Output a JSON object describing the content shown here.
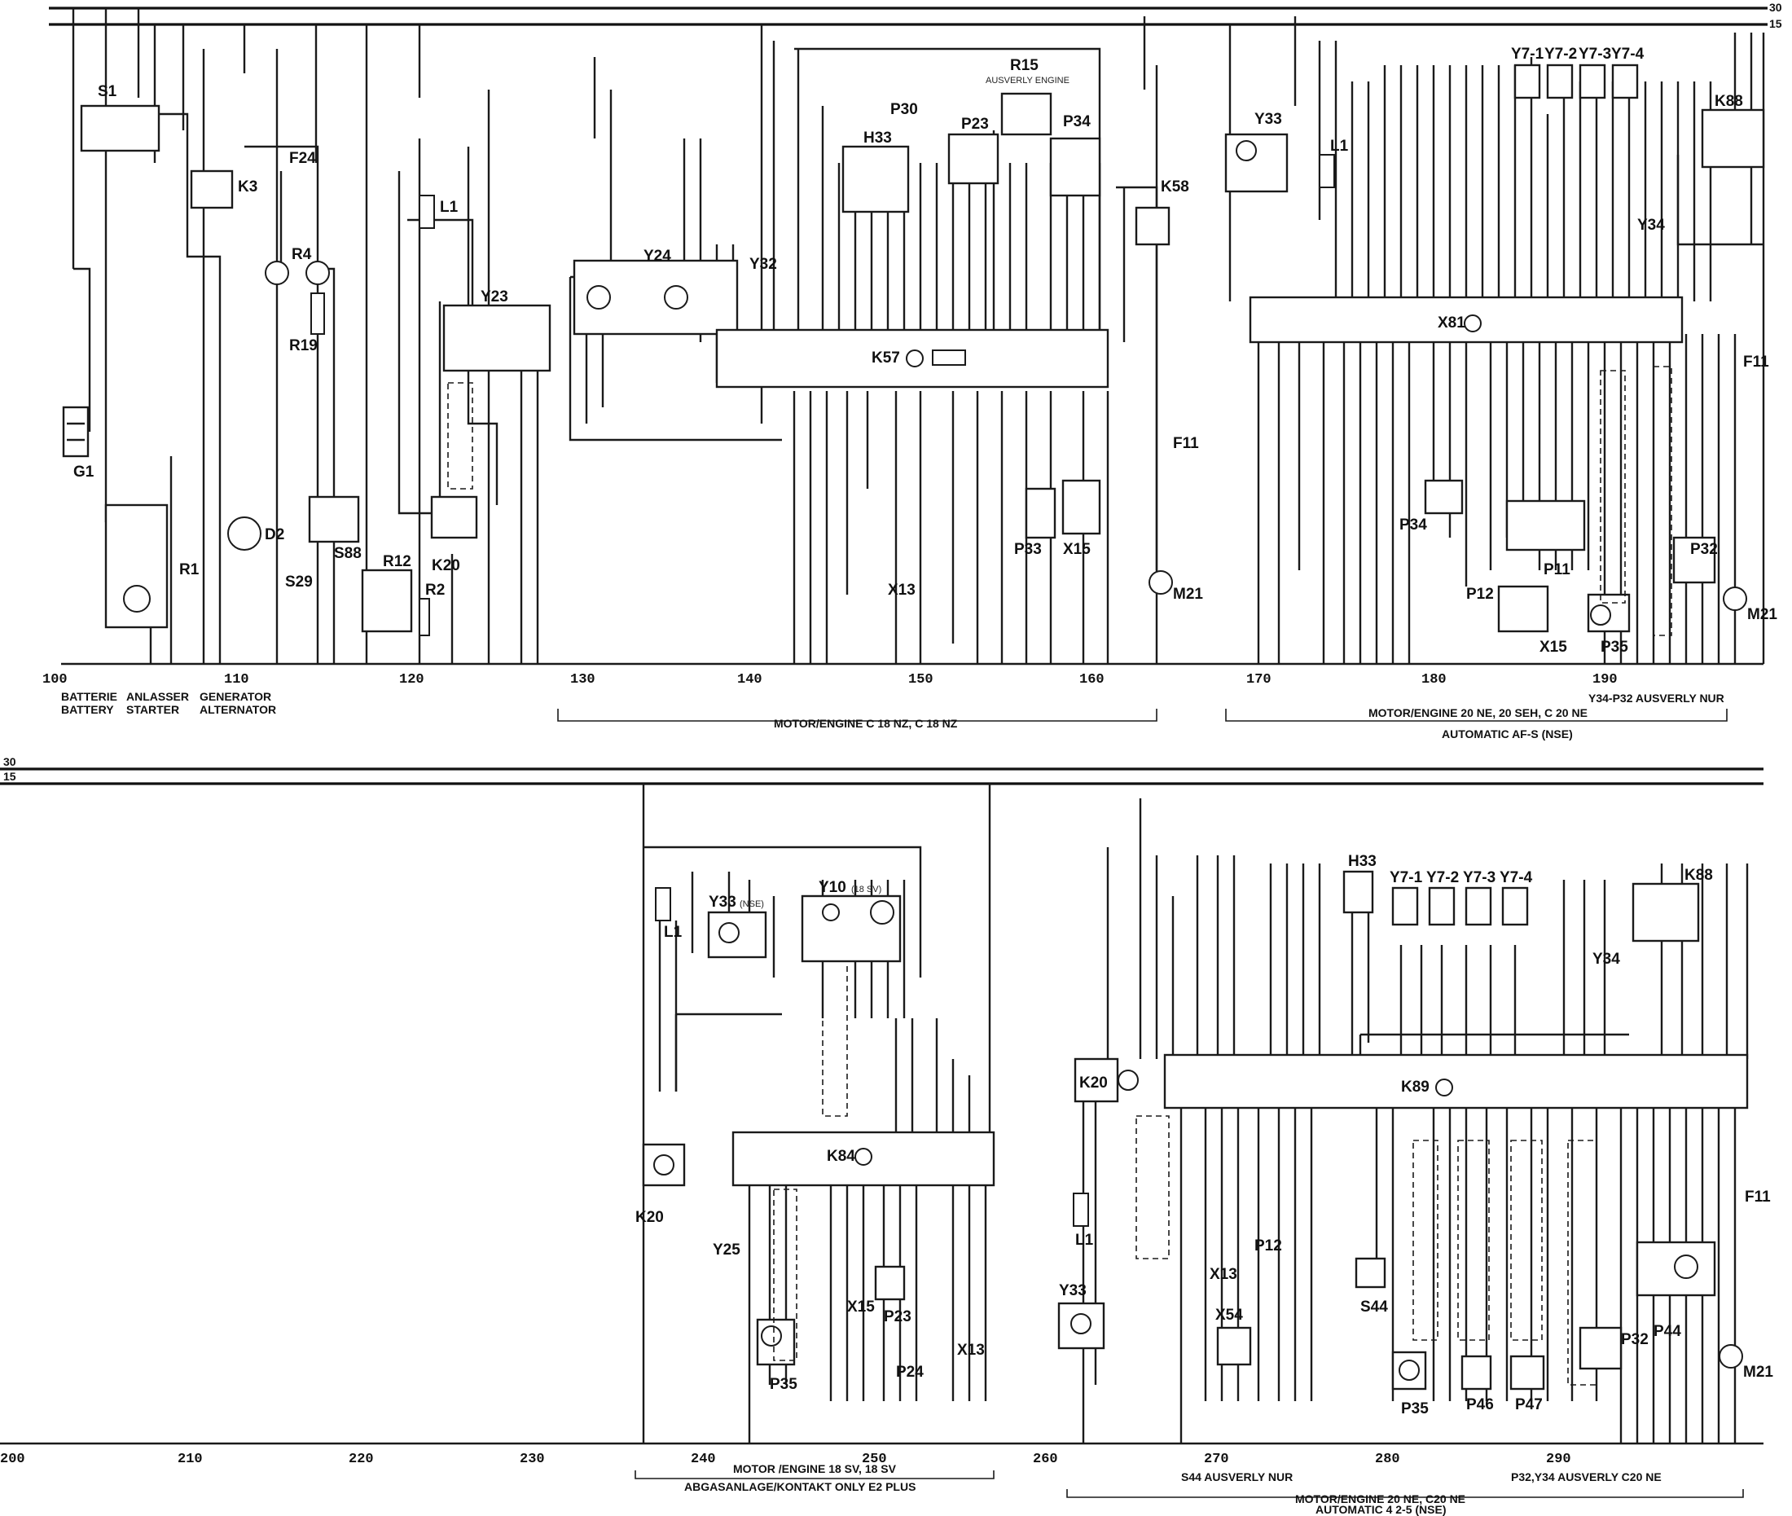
{
  "top_section": {
    "bus_labels": [
      "30",
      "15"
    ],
    "ruler_start": "100",
    "ruler_marks": [
      "110",
      "120",
      "130",
      "140",
      "150",
      "160",
      "170",
      "180",
      "190"
    ],
    "components": [
      "S1",
      "G1",
      "K3",
      "R1",
      "D2",
      "F24",
      "R4",
      "R19",
      "S29",
      "S88",
      "R12",
      "R2",
      "K20",
      "Y23",
      "L1",
      "Y24",
      "Y32",
      "K57",
      "H33",
      "P30",
      "P23",
      "R15",
      "P34",
      "K58",
      "F11",
      "M21",
      "P33",
      "X15",
      "X13",
      "Y33",
      "X81",
      "Y7-1",
      "Y7-2",
      "Y7-3",
      "Y7-4",
      "K88",
      "Y34",
      "P12",
      "P11",
      "P35",
      "P32"
    ],
    "component_notes": {
      "R15": "AUSVERLY ENGINE"
    },
    "group_captions": [
      {
        "id": "battery",
        "lines": [
          "BATTERIE",
          "BATTERY"
        ]
      },
      {
        "id": "starter",
        "lines": [
          "ANLASSER",
          "STARTER"
        ]
      },
      {
        "id": "alternator",
        "lines": [
          "GENERATOR",
          "ALTERNATOR"
        ]
      },
      {
        "id": "ecm",
        "lines": [
          "MOTOR/ENGINE C 18 NZ, C 18 NZ"
        ]
      },
      {
        "id": "x81",
        "lines": [
          "MOTOR/ENGINE 20 NE, 20 SEH, C 20 NE",
          "AUTOMATIC AF-S (NSE)"
        ]
      },
      {
        "id": "y34",
        "lines": [
          "Y34-P32 AUSVERLY NUR"
        ]
      }
    ]
  },
  "bottom_section": {
    "bus_labels": [
      "30",
      "15"
    ],
    "ruler_start": "200",
    "ruler_marks": [
      "210",
      "220",
      "230",
      "240",
      "250",
      "260",
      "270",
      "280",
      "290"
    ],
    "components": [
      "L1",
      "Y33",
      "Y10",
      "K20",
      "K84",
      "Y25",
      "P35",
      "X15",
      "P23",
      "P24",
      "X13",
      "K20",
      "K89",
      "H33",
      "Y7-1",
      "Y7-2",
      "Y7-3",
      "Y7-4",
      "K88",
      "Y34",
      "L1",
      "Y33",
      "X13",
      "P12",
      "X54",
      "S44",
      "P35",
      "P46",
      "P47",
      "P32",
      "P44",
      "F11",
      "M21"
    ],
    "component_notes": {
      "Y33": "(NSE)",
      "Y10": "(18 SV)"
    },
    "group_captions": [
      {
        "id": "k84",
        "lines": [
          "MOTOR /ENGINE 18 SV, 18 SV",
          "ABGASANLAGE/KONTAKT ONLY E2 PLUS"
        ]
      },
      {
        "id": "k89",
        "lines": [
          "MOTOR/ENGINE 20 NE, C20 NE",
          "AUTOMATIC 4 2-5 (NSE)"
        ]
      },
      {
        "id": "s44",
        "lines": [
          "S44 AUSVERLY NUR"
        ]
      },
      {
        "id": "p32",
        "lines": [
          "P32,Y34 AUSVERLY C20 NE"
        ]
      }
    ]
  },
  "colors": {
    "ink": "#111111",
    "paper": "#ffffff"
  }
}
